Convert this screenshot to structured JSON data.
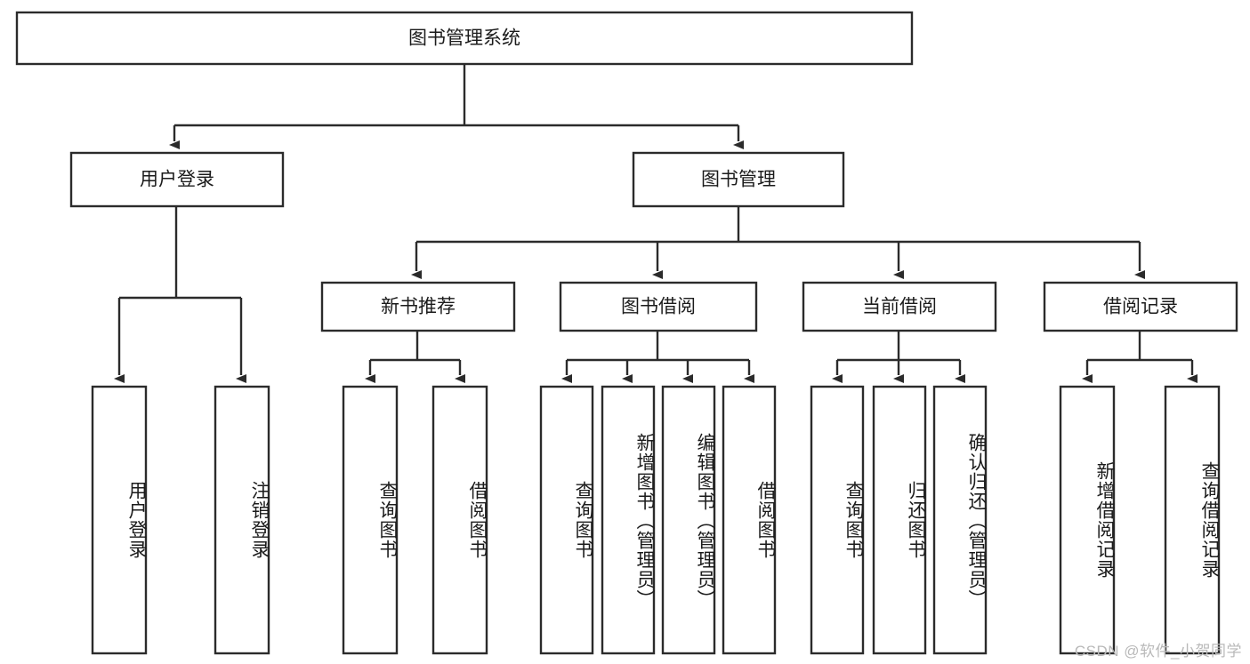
{
  "diagram": {
    "type": "tree-hierarchy",
    "title": "图书管理系统",
    "orientation": "top-down",
    "root": {
      "label": "图书管理系统"
    },
    "level1": [
      {
        "label": "用户登录"
      },
      {
        "label": "图书管理"
      }
    ],
    "level2": [
      {
        "label": "新书推荐",
        "parent": "图书管理"
      },
      {
        "label": "图书借阅",
        "parent": "图书管理"
      },
      {
        "label": "当前借阅",
        "parent": "图书管理"
      },
      {
        "label": "借阅记录",
        "parent": "图书管理"
      }
    ],
    "leaves": {
      "user_login": [
        {
          "label": "用户登录"
        },
        {
          "label": "注销登录"
        }
      ],
      "new_book_recommend": [
        {
          "label": "查询图书"
        },
        {
          "label": "借阅图书"
        }
      ],
      "book_borrow": [
        {
          "label": "查询图书"
        },
        {
          "label": "新增图书（管理员）"
        },
        {
          "label": "编辑图书（管理员）"
        },
        {
          "label": "借阅图书"
        }
      ],
      "current_borrow": [
        {
          "label": "查询图书"
        },
        {
          "label": "归还图书"
        },
        {
          "label": "确认归还（管理员）"
        }
      ],
      "borrow_record": [
        {
          "label": "新增借阅记录"
        },
        {
          "label": "查询借阅记录"
        }
      ]
    }
  },
  "watermark": {
    "text": "CSDN @软件_小贺同学"
  },
  "colors": {
    "stroke": "#2b2b2b",
    "fill": "#ffffff",
    "text": "#1b1b1b",
    "watermark": "#b9b9b9"
  }
}
